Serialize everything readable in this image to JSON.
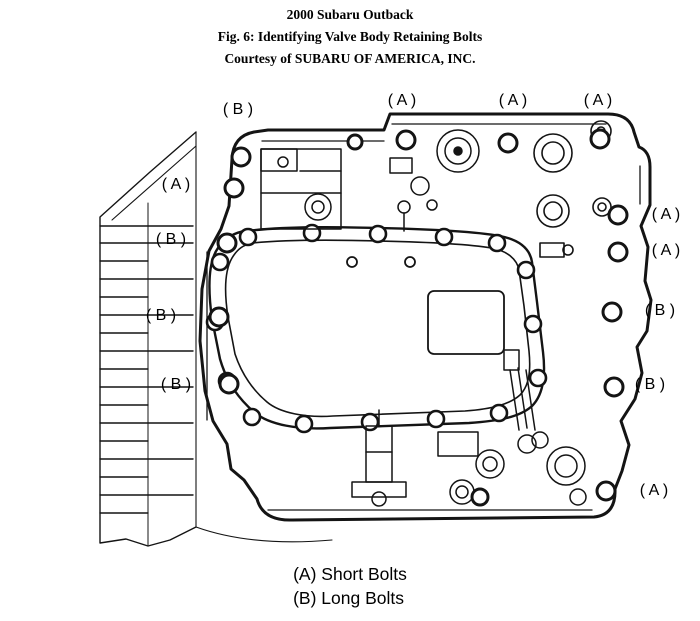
{
  "header": {
    "title": "2000 Subaru Outback",
    "caption": "Fig. 6: Identifying Valve Body Retaining Bolts",
    "courtesy": "Courtesy of SUBARU OF AMERICA, INC."
  },
  "diagram": {
    "subject": "Valve body retaining bolt locations",
    "callouts": [
      {
        "label": "( B )",
        "bolt_type": "B"
      },
      {
        "label": "( A )",
        "bolt_type": "A"
      },
      {
        "label": "( A )",
        "bolt_type": "A"
      },
      {
        "label": "( A )",
        "bolt_type": "A"
      },
      {
        "label": "( A )",
        "bolt_type": "A"
      },
      {
        "label": "( B )",
        "bolt_type": "B"
      },
      {
        "label": "( B )",
        "bolt_type": "B"
      },
      {
        "label": "( B )",
        "bolt_type": "B"
      },
      {
        "label": "( A )",
        "bolt_type": "A"
      },
      {
        "label": "( A )",
        "bolt_type": "A"
      },
      {
        "label": "( B )",
        "bolt_type": "B"
      },
      {
        "label": "( B )",
        "bolt_type": "B"
      },
      {
        "label": "( A )",
        "bolt_type": "A"
      }
    ],
    "legend": [
      {
        "text": "(A) Short Bolts"
      },
      {
        "text": "(B) Long Bolts"
      }
    ]
  }
}
